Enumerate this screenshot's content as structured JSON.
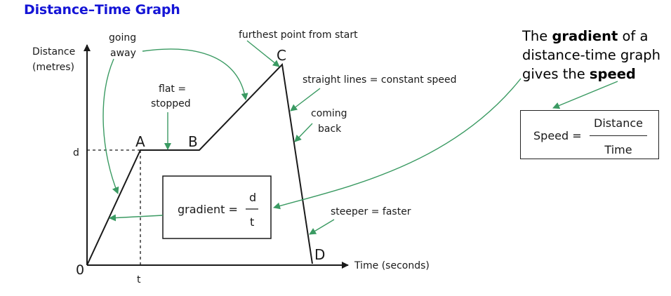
{
  "title": "Distance–Time Graph",
  "axes": {
    "y_label_line1": "Distance",
    "y_label_line2": "(metres)",
    "x_label": "Time (seconds)",
    "origin": "0",
    "d_tick": "d",
    "t_tick": "t"
  },
  "points": {
    "A": "A",
    "B": "B",
    "C": "C",
    "D": "D"
  },
  "annotations": {
    "going_line1": "going",
    "going_line2": "away",
    "flat_line1": "flat =",
    "flat_line2": "stopped",
    "furthest": "furthest point from start",
    "straight": "straight lines = constant speed",
    "coming_line1": "coming",
    "coming_line2": "back",
    "steeper": "steeper = faster"
  },
  "gradient_box": {
    "lhs": "gradient =",
    "numerator": "d",
    "denominator": "t"
  },
  "side_note": {
    "p1": "The ",
    "bold1": "gradient",
    "p2": " of a distance-time graph gives the ",
    "bold2": "speed"
  },
  "speed_box": {
    "lhs": "Speed =",
    "numerator": "Distance",
    "denominator": "Time"
  },
  "colors": {
    "title": "#1515d6",
    "arrow": "#3a9a62",
    "line": "#1a1a1a"
  }
}
